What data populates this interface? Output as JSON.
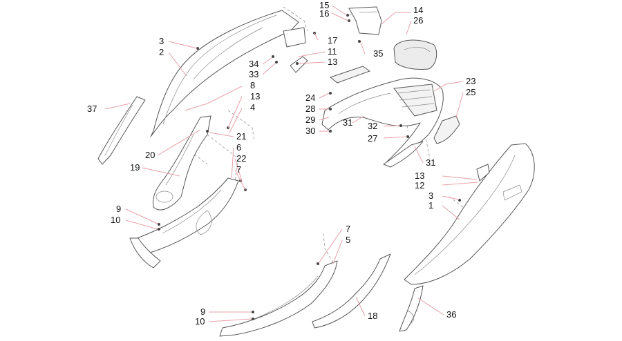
{
  "diagram": {
    "callouts": [
      {
        "id": "c15",
        "label": "15"
      },
      {
        "id": "c16",
        "label": "16"
      },
      {
        "id": "c14",
        "label": "14"
      },
      {
        "id": "c26",
        "label": "26"
      },
      {
        "id": "c3a",
        "label": "3"
      },
      {
        "id": "c2",
        "label": "2"
      },
      {
        "id": "c17",
        "label": "17"
      },
      {
        "id": "c11",
        "label": "11"
      },
      {
        "id": "c35",
        "label": "35"
      },
      {
        "id": "c34",
        "label": "34"
      },
      {
        "id": "c13a",
        "label": "13"
      },
      {
        "id": "c33",
        "label": "33"
      },
      {
        "id": "c8",
        "label": "8"
      },
      {
        "id": "c13b",
        "label": "13"
      },
      {
        "id": "c4",
        "label": "4"
      },
      {
        "id": "c37",
        "label": "37"
      },
      {
        "id": "c24",
        "label": "24"
      },
      {
        "id": "c28",
        "label": "28"
      },
      {
        "id": "c29",
        "label": "29"
      },
      {
        "id": "c30",
        "label": "30"
      },
      {
        "id": "c31a",
        "label": "31"
      },
      {
        "id": "c23",
        "label": "23"
      },
      {
        "id": "c25",
        "label": "25"
      },
      {
        "id": "c32",
        "label": "32"
      },
      {
        "id": "c27",
        "label": "27"
      },
      {
        "id": "c21",
        "label": "21"
      },
      {
        "id": "c6",
        "label": "6"
      },
      {
        "id": "c20",
        "label": "20"
      },
      {
        "id": "c22",
        "label": "22"
      },
      {
        "id": "c19",
        "label": "19"
      },
      {
        "id": "c7a",
        "label": "7"
      },
      {
        "id": "c31b",
        "label": "31"
      },
      {
        "id": "c13c",
        "label": "13"
      },
      {
        "id": "c12",
        "label": "12"
      },
      {
        "id": "c3b",
        "label": "3"
      },
      {
        "id": "c1",
        "label": "1"
      },
      {
        "id": "c9a",
        "label": "9"
      },
      {
        "id": "c10a",
        "label": "10"
      },
      {
        "id": "c7b",
        "label": "7"
      },
      {
        "id": "c5",
        "label": "5"
      },
      {
        "id": "c18",
        "label": "18"
      },
      {
        "id": "c36",
        "label": "36"
      },
      {
        "id": "c9b",
        "label": "9"
      },
      {
        "id": "c10b",
        "label": "10"
      }
    ]
  }
}
